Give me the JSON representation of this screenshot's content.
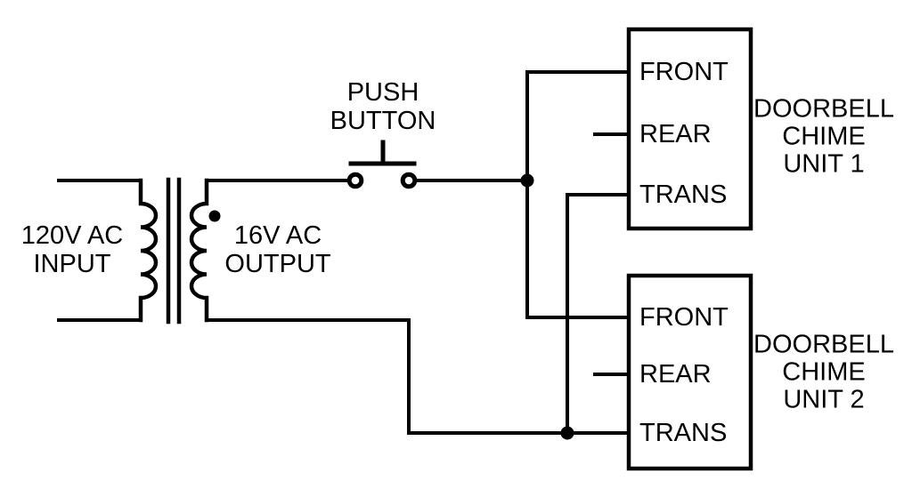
{
  "colors": {
    "line": "#000000",
    "text": "#000000",
    "background": "#ffffff"
  },
  "transformer": {
    "primary": [
      "120V AC",
      "INPUT"
    ],
    "secondary": [
      "16V AC",
      "OUTPUT"
    ]
  },
  "push_button": [
    "PUSH",
    "BUTTON"
  ],
  "unit1": {
    "terminals": [
      "FRONT",
      "REAR",
      "TRANS"
    ],
    "caption": [
      "DOORBELL",
      "CHIME",
      "UNIT 1"
    ]
  },
  "unit2": {
    "terminals": [
      "FRONT",
      "REAR",
      "TRANS"
    ],
    "caption": [
      "DOORBELL",
      "CHIME",
      "UNIT 2"
    ]
  }
}
